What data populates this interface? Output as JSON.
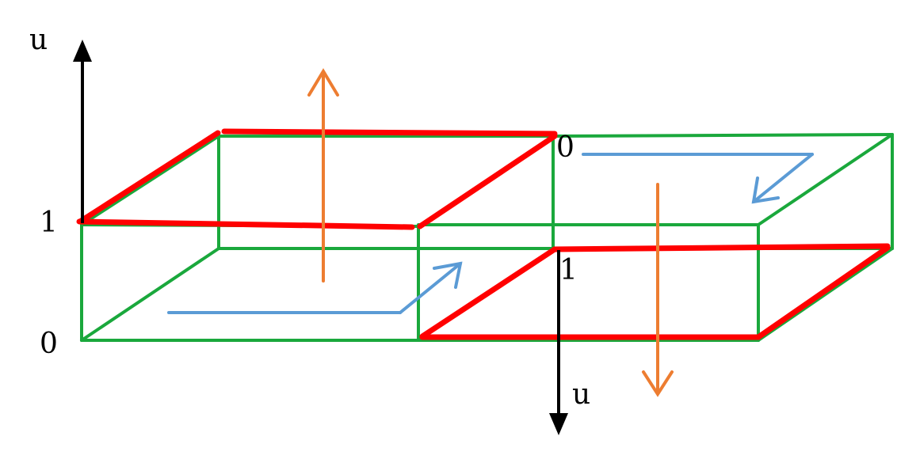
{
  "labels": {
    "left_axis": "u",
    "left_one": "1",
    "left_zero": "0",
    "right_zero": "0",
    "right_one": "1",
    "right_axis": "u"
  },
  "colors": {
    "edge": "#1aa83c",
    "highlight": "#ff0000",
    "flow": "#5b9bd5",
    "displacement": "#ed7d31",
    "axis": "#000000"
  }
}
